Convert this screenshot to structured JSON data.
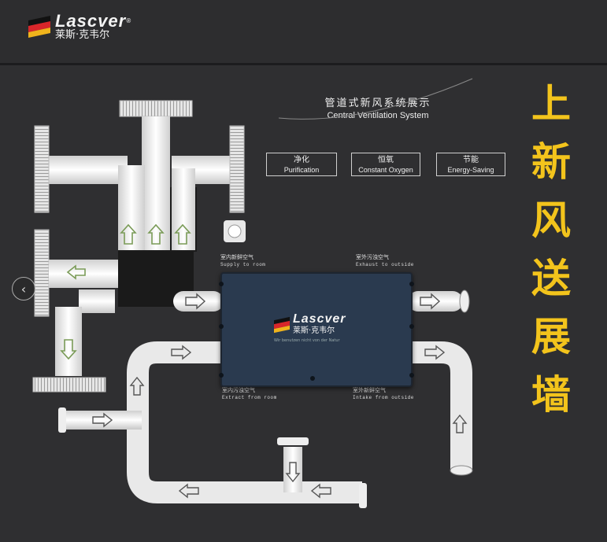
{
  "header": {
    "brand_en": "Lascver",
    "brand_cn": "莱斯·克韦尔",
    "reg_mark": "®",
    "flag_colors": [
      "#111111",
      "#d8262a",
      "#f0b41c"
    ]
  },
  "carousel": {
    "prev_icon": "chevron-left-icon",
    "prev_glyph": "‹"
  },
  "system": {
    "title_cn": "管道式新风系统展示",
    "title_en": "Central Ventilation System"
  },
  "features": [
    {
      "cn": "净化",
      "en": "Purification"
    },
    {
      "cn": "恒氧",
      "en": "Constant Oxygen"
    },
    {
      "cn": "节能",
      "en": "Energy-Saving"
    }
  ],
  "slogan": [
    "上",
    "新",
    "风",
    "送",
    "展",
    "墙"
  ],
  "unit": {
    "brand_en": "Lascver",
    "brand_cn": "莱斯·克韦尔",
    "tagline": "Wir benutzen nicht von der Natur"
  },
  "ports": {
    "supply": {
      "cn": "室内新鲜空气",
      "en": "Supply to room"
    },
    "exhaust": {
      "cn": "室外污浊空气",
      "en": "Exhaust to outside"
    },
    "extract": {
      "cn": "室内污浊空气",
      "en": "Extract from room"
    },
    "intake": {
      "cn": "室外新鲜空气",
      "en": "Intake from outside"
    }
  },
  "colors": {
    "accent": "#f3c41c",
    "background": "#2f2f31",
    "unit": "#2a3a4f",
    "duct": "#f2f2f2"
  }
}
